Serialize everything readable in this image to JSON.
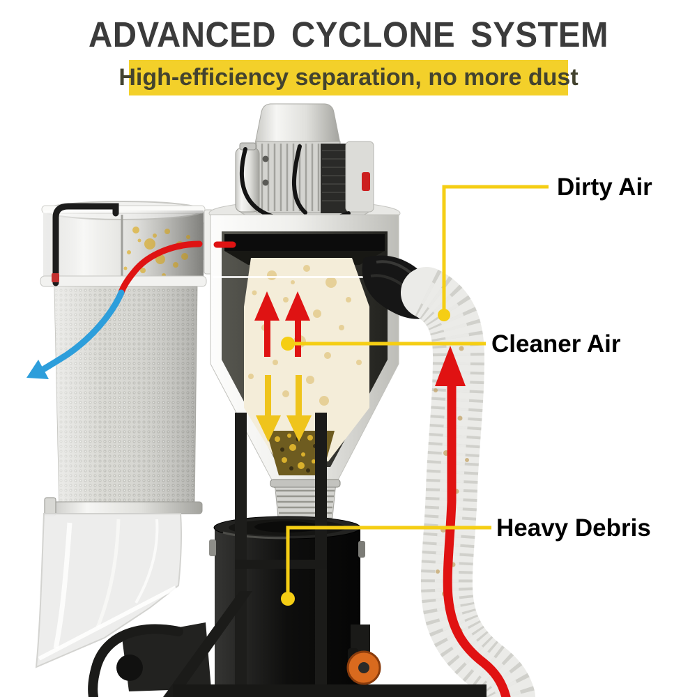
{
  "header": {
    "title": "ADVANCED CYCLONE SYSTEM",
    "subtitle": "High-efficiency separation, no more dust"
  },
  "callouts": [
    {
      "label": "Dirty Air"
    },
    {
      "label": "Cleaner Air"
    },
    {
      "label": "Heavy Debris"
    }
  ],
  "colors": {
    "accent_yellow_bar": "#F3D02A",
    "callout_line_yellow": "#F5CE14",
    "flow_arrow_red": "#DF1313",
    "flow_arrow_yellow": "#EFC41C",
    "flow_arrow_blue": "#2D9EDB",
    "title_text": "#3B3B3B",
    "subtitle_text": "#43432F",
    "label_text": "#000000",
    "caster_orange": "#D96A1E"
  }
}
